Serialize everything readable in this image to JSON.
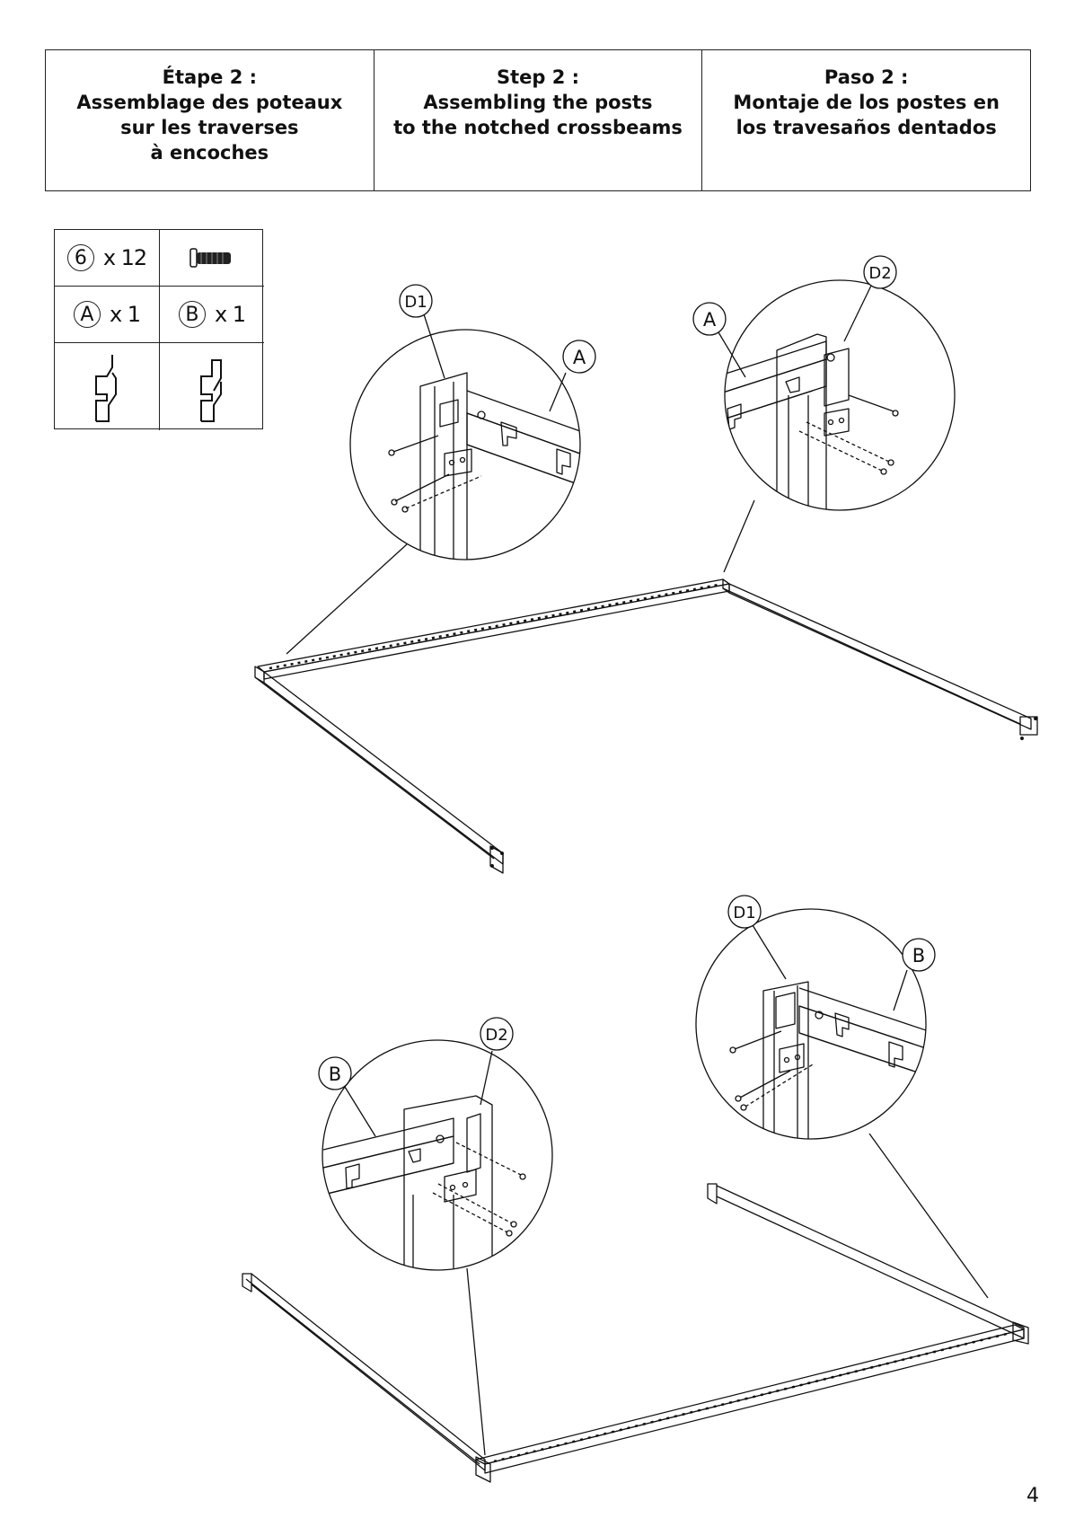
{
  "header": {
    "columns": [
      {
        "step": "Étape 2 :",
        "desc": "Assemblage des poteaux\nsur les traverses\nà encoches"
      },
      {
        "step": "Step 2  :",
        "desc": "Assembling the posts\nto the notched crossbeams"
      },
      {
        "step": "Paso 2 :",
        "desc": " Montaje de los postes en\nlos travesaños dentados"
      }
    ]
  },
  "parts": {
    "screw": {
      "id": "6",
      "qty": "x 12"
    },
    "crossbeam_a": {
      "id": "A",
      "qty": "x 1"
    },
    "crossbeam_b": {
      "id": "B",
      "qty": "x 1"
    }
  },
  "callouts": {
    "top_left": {
      "post": "D1",
      "beam": "A"
    },
    "top_right": {
      "post": "D2",
      "beam": "A"
    },
    "bottom_left": {
      "post": "D2",
      "beam": "B"
    },
    "bottom_right": {
      "post": "D1",
      "beam": "B"
    }
  },
  "page_number": "4"
}
